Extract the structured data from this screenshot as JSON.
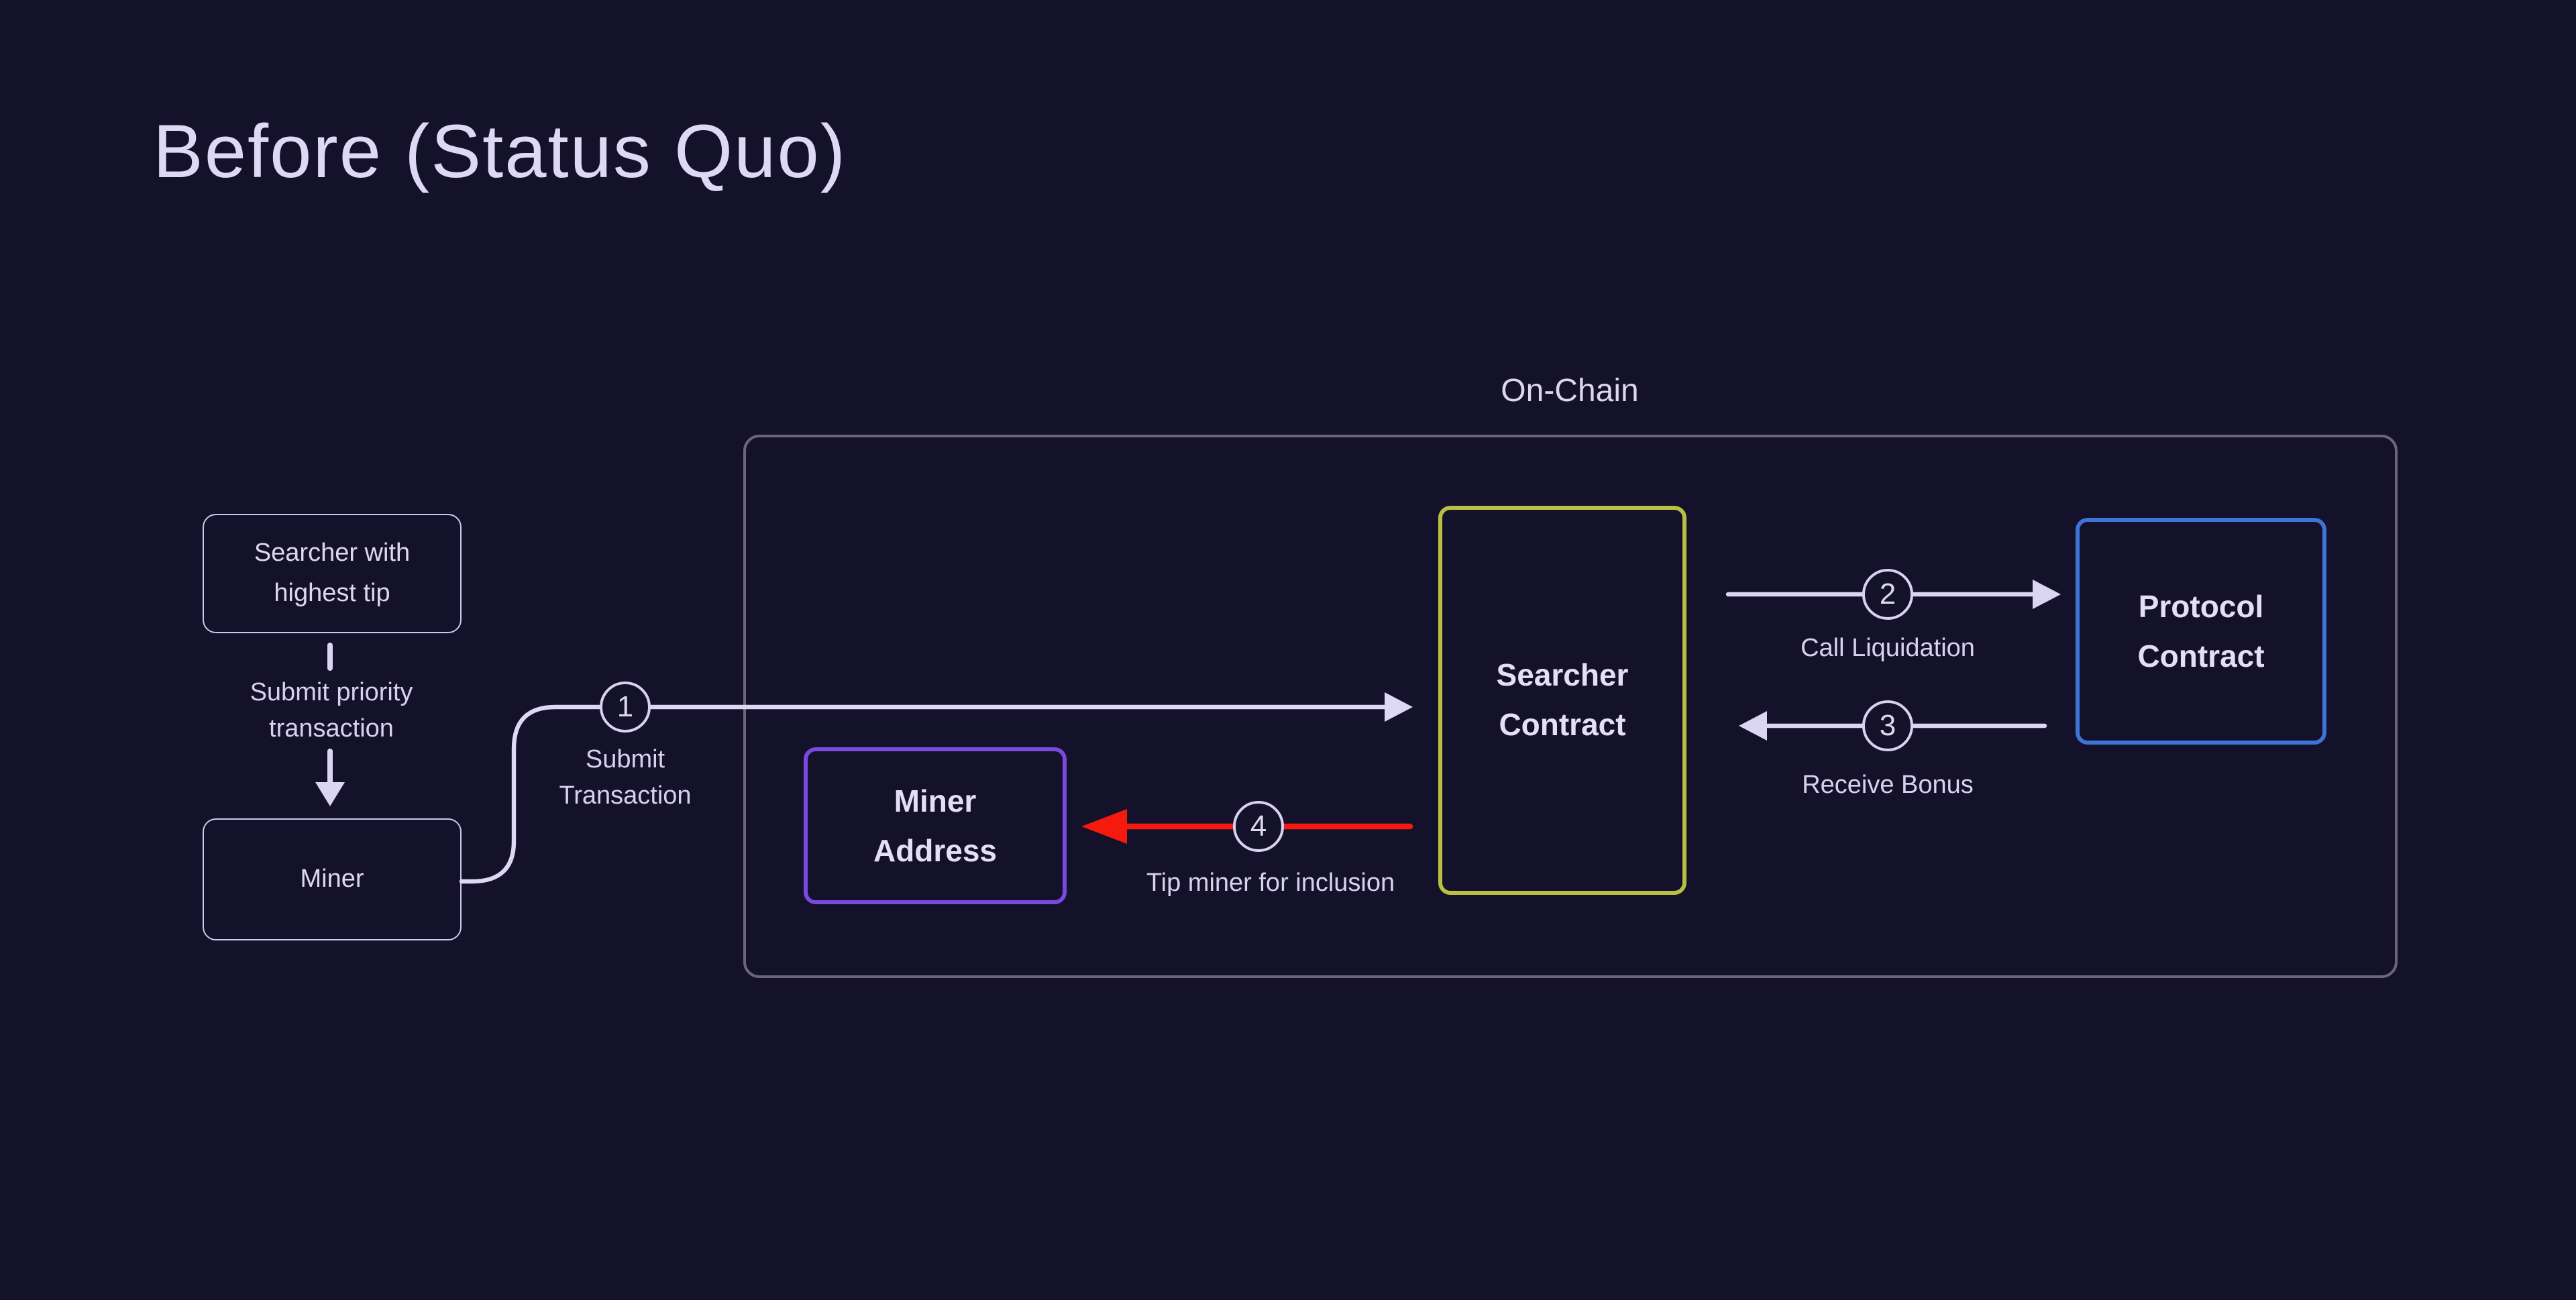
{
  "title": "Before (Status Quo)",
  "onchain_container": {
    "label": "On-Chain"
  },
  "nodes": {
    "searcher": {
      "line1": "Searcher with",
      "line2": "highest tip"
    },
    "miner": {
      "label": "Miner"
    },
    "miner_address": {
      "line1": "Miner",
      "line2": "Address"
    },
    "searcher_contract": {
      "line1": "Searcher",
      "line2": "Contract"
    },
    "protocol_contract": {
      "line1": "Protocol",
      "line2": "Contract"
    }
  },
  "edges": {
    "submit_priority": {
      "line1": "Submit priority",
      "line2": "transaction"
    },
    "step1": {
      "number": "1",
      "label_line1": "Submit",
      "label_line2": "Transaction"
    },
    "step2": {
      "number": "2",
      "label": "Call Liquidation"
    },
    "step3": {
      "number": "3",
      "label": "Receive Bonus"
    },
    "step4": {
      "number": "4",
      "label": "Tip miner for inclusion"
    }
  },
  "colors": {
    "background": "#14112a",
    "line_lavender": "#dcd5f2",
    "text_light": "#ddd7f1",
    "container_border": "#6b667e",
    "miner_address_border": "#7a49e0",
    "searcher_contract_border": "#b9bf42",
    "protocol_contract_border": "#3d74d8",
    "tip_arrow_red": "#f6190d"
  }
}
